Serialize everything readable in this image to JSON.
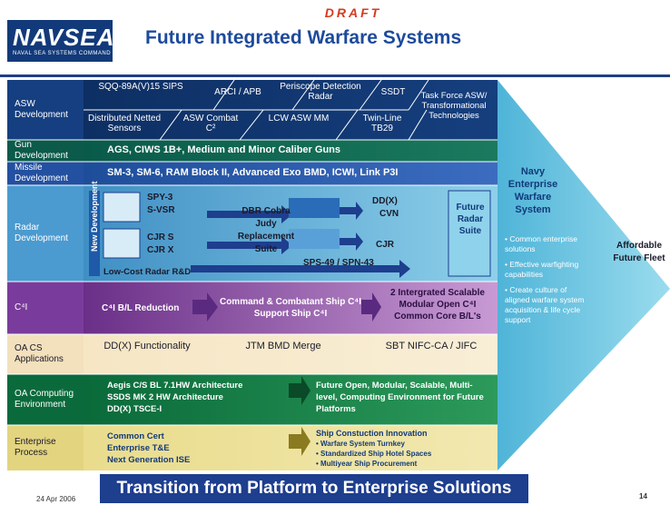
{
  "header": {
    "logo_text": "NAVSEA",
    "logo_subtext": "NAVAL SEA SYSTEMS COMMAND",
    "draft": "DRAFT",
    "title": "Future Integrated Warfare Systems"
  },
  "rows": {
    "asw": {
      "label": "ASW Development",
      "top_items": [
        "SQQ-89A(V)15 SIPS",
        "ARCI / APB",
        "Periscope Detection Radar",
        "SSDT"
      ],
      "bottom_items": [
        "Distributed Netted Sensors",
        "ASW Combat C²",
        "LCW ASW MM",
        "Twin-Line TB29"
      ],
      "right_item": "Task Force ASW/ Transformational Technologies"
    },
    "gun": {
      "label": "Gun Development",
      "text": "AGS, CIWS 1B+, Medium and Minor Caliber Guns"
    },
    "missile": {
      "label": "Missile Development",
      "text": "SM-3, SM-6, RAM Block II, Advanced Exo BMD, ICWI, Link P3I"
    },
    "radar": {
      "label": "Radar Development",
      "new_development": "New Development",
      "spy": "SPY-3",
      "svsr": "S-VSR",
      "cjrs": "CJR S",
      "cjrx": "CJR X",
      "dbr": "DBR Cobra Judy Replacement Suite",
      "ddx": "DD(X)",
      "cvn": "CVN",
      "cjr": "CJR",
      "sps": "SPS-49 / SPN-43",
      "lowcost": "Low-Cost Radar R&D",
      "future_radar": "Future Radar Suite"
    },
    "c4i": {
      "label": "C⁴I",
      "left": "C⁴I B/L Reduction",
      "middle": "Command & Combatant Ship C⁴I Support Ship C⁴I",
      "right": "2 Intergrated Scalable Modular Open C⁴I Common Core B/L's"
    },
    "oacs": {
      "label": "OA CS Applications",
      "left": "DD(X) Functionality",
      "middle": "JTM BMD Merge",
      "right": "SBT NIFC-CA / JIFC"
    },
    "oace": {
      "label": "OA Computing Environment",
      "left": [
        "Aegis C/S BL 7.1HW Architecture",
        "SSDS MK 2 HW Architecture",
        "DD(X) TSCE-I"
      ],
      "right": "Future Open, Modular, Scalable, Multi-level, Computing Environment for Future Platforms"
    },
    "enterprise": {
      "label": "Enterprise Process",
      "left": [
        "Common Cert",
        "Enterprise T&E",
        "Next Generation ISE"
      ],
      "right_title": "Ship Constuction Innovation",
      "right_items": [
        "• Warfare System Turnkey",
        "• Standardized Ship Hotel Spaces",
        "• Multiyear Ship Procurement"
      ]
    }
  },
  "navy_system": {
    "title": "Navy Enterprise Warfare System",
    "bullets": [
      "• Common enterprise solutions",
      "• Effective warfighting capabilities",
      "• Create culture of aligned warfare system acquisition & life cycle support"
    ]
  },
  "outcome": "Affordable Future Fleet",
  "banner": "Transition from Platform to Enterprise Solutions",
  "date": "24 Apr 2006",
  "page_number": "14",
  "colors": {
    "navy_blue": "#1e3e8e",
    "accent_red": "#d63a1e",
    "arrow_cyan": "#6ac8e0",
    "c4i_purple": "#8a4aa8",
    "oa_green": "#0c6a3a"
  }
}
